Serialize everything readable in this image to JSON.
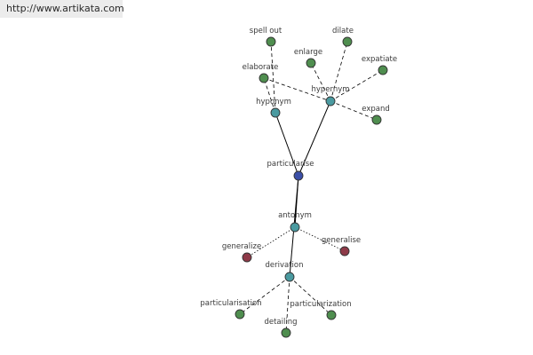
{
  "header": {
    "url": "http://www.artikata.com"
  },
  "colors": {
    "center": "#3b4fa8",
    "relation": "#4a9aa0",
    "synonym": "#4f8e4f",
    "antonym": "#8e3a48",
    "edge": "#000000"
  },
  "graph": {
    "center": "particularise",
    "relations": [
      "hyponym",
      "hypernym",
      "antonym",
      "derivation"
    ],
    "hyponyms": [
      "spell out",
      "elaborate"
    ],
    "hypernyms": [
      "enlarge",
      "dilate",
      "expatiate",
      "expand"
    ],
    "antonyms": [
      "generalize",
      "generalise"
    ],
    "derivations": [
      "particularisation",
      "detailing",
      "particularization"
    ]
  }
}
